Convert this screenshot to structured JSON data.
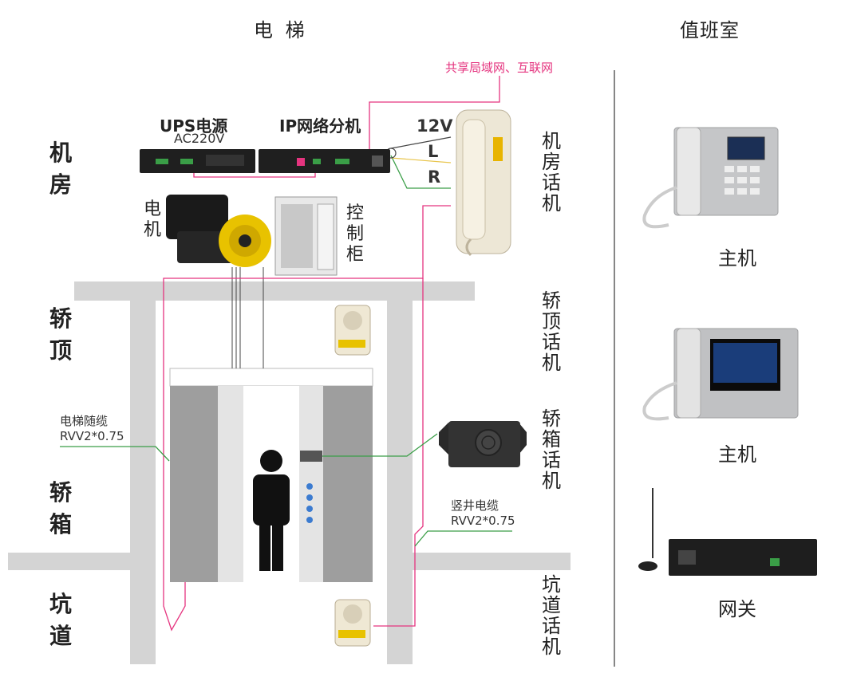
{
  "headers": {
    "elevator": "电 梯",
    "duty_room": "值班室"
  },
  "zones": {
    "machine_room": "机房",
    "car_top": "轿顶",
    "car": "轿箱",
    "pit": "坑道"
  },
  "devices": {
    "ups_title": "UPS电源",
    "ups_voltage": "AC220V",
    "ip_unit": "IP网络分机",
    "motor": "电机",
    "control_cabinet": "控制柜",
    "network_note": "共享局域网、互联网"
  },
  "wires": {
    "v12": "12V",
    "l": "L",
    "r": "R"
  },
  "phones": {
    "machine_room": "机房话机",
    "car_top": "轿顶话机",
    "car": "轿箱话机",
    "pit": "坑道话机"
  },
  "cables": {
    "travel_name": "电梯随缆",
    "travel_spec": "RVV2*0.75",
    "shaft_name": "竖井电缆",
    "shaft_spec": "RVV2*0.75"
  },
  "duty_devices": {
    "host1": "主机",
    "host2": "主机",
    "gateway": "网关"
  },
  "colors": {
    "pink": "#e5347f",
    "green": "#3a9e47",
    "shaft": "#d4d4d4"
  }
}
